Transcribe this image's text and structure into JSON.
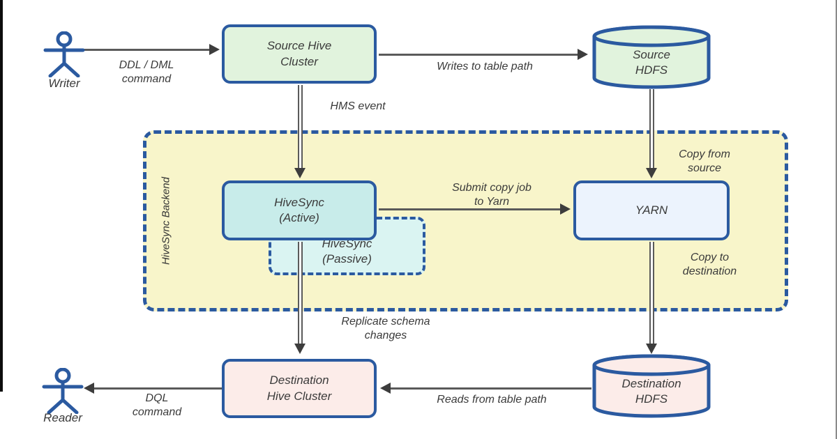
{
  "colors": {
    "border_blue": "#2b5aa0",
    "green_fill": "#e1f3dd",
    "teal_fill": "#c8ecea",
    "teal_light_fill": "#daf4f2",
    "blue_fill": "#ecf3fd",
    "pink_fill": "#fcece9",
    "yellow_fill": "#f8f5ca",
    "arrow_gray": "#5a5a5a",
    "arrowhead": "#3d3d3d",
    "text": "#3a3a3a"
  },
  "actors": {
    "writer": {
      "label": "Writer"
    },
    "reader": {
      "label": "Reader"
    }
  },
  "container": {
    "label": "HiveSync Backend"
  },
  "nodes": {
    "source_hive_cluster": {
      "label": "Source Hive\nCluster"
    },
    "source_hdfs": {
      "label": "Source\nHDFS"
    },
    "hivesync_active": {
      "label": "HiveSync\n(Active)"
    },
    "hivesync_passive": {
      "label": "HiveSync\n(Passive)"
    },
    "yarn": {
      "label": "YARN"
    },
    "destination_hive_cluster": {
      "label": "Destination\nHive Cluster"
    },
    "destination_hdfs": {
      "label": "Destination\nHDFS"
    }
  },
  "edges": {
    "ddl_dml_command": {
      "label": "DDL / DML\ncommand"
    },
    "writes_to_table_path": {
      "label": "Writes to table path"
    },
    "hms_event": {
      "label": "HMS event"
    },
    "copy_from_source": {
      "label": "Copy from\nsource"
    },
    "submit_copy_job_to_yarn": {
      "label": "Submit copy job\nto Yarn"
    },
    "copy_to_destination": {
      "label": "Copy to\ndestination"
    },
    "replicate_schema_changes": {
      "label": "Replicate schema\nchanges"
    },
    "reads_from_table_path": {
      "label": "Reads from table path"
    },
    "dql_command": {
      "label": "DQL\ncommand"
    }
  }
}
